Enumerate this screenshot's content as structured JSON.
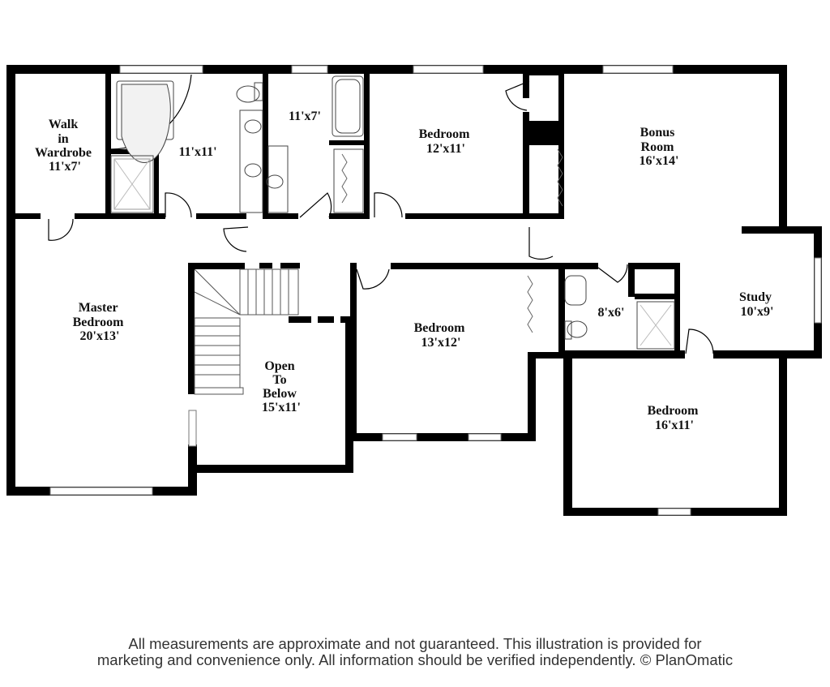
{
  "rooms": {
    "walk_in_wardrobe": {
      "lines": [
        "Walk",
        "in",
        "Wardrobe",
        "11'x7'"
      ]
    },
    "bath_main": {
      "lines": [
        "11'x11'"
      ]
    },
    "bath_small": {
      "lines": [
        "11'x7'"
      ]
    },
    "bedroom_1": {
      "lines": [
        "Bedroom",
        "12'x11'"
      ]
    },
    "bonus_room": {
      "lines": [
        "Bonus",
        "Room",
        "16'x14'"
      ]
    },
    "master_bedroom": {
      "lines": [
        "Master",
        "Bedroom",
        "20'x13'"
      ]
    },
    "open_to_below": {
      "lines": [
        "Open",
        "To",
        "Below",
        "15'x11'"
      ]
    },
    "bedroom_2": {
      "lines": [
        "Bedroom",
        "13'x12'"
      ]
    },
    "bath_hall": {
      "lines": [
        "8'x6'"
      ]
    },
    "study": {
      "lines": [
        "Study",
        "10'x9'"
      ]
    },
    "bedroom_3": {
      "lines": [
        "Bedroom",
        "16'x11'"
      ]
    }
  },
  "footer": {
    "line1": "All measurements are approximate and not guaranteed. This illustration is provided for",
    "line2": "marketing and convenience only. All information should be verified independently. © PlanOmatic"
  }
}
